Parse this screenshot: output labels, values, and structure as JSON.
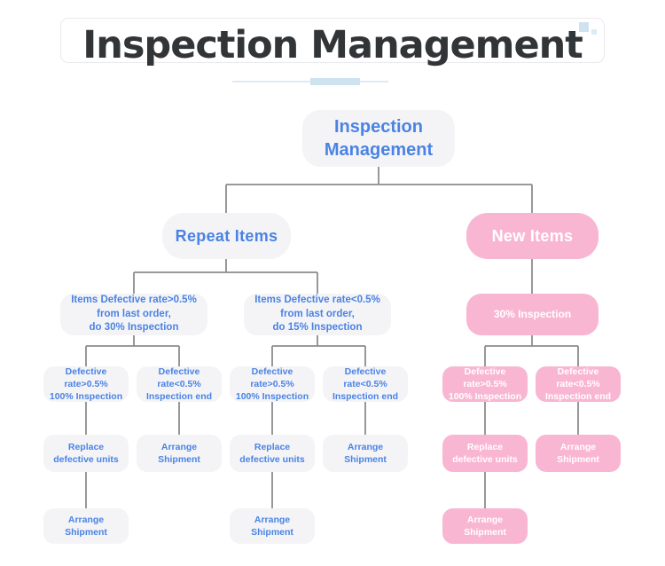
{
  "title": {
    "text": "Inspection Management"
  },
  "colors": {
    "accent_blue": "#4a83e3",
    "pink": "#f9b6d2",
    "node_gray": "#f4f4f7",
    "line_gray": "#8c8c8c",
    "title_dark": "#323537",
    "underline_blue": "#cfe2f0"
  },
  "labels": {
    "root": "Inspection\nManagement",
    "repeat_items": "Repeat Items",
    "new_items": "New Items",
    "repeat_high_desc": "Items Defective rate>0.5%\nfrom last order,\ndo 30% Inspection",
    "repeat_low_desc": "Items Defective rate<0.5%\nfrom last order,\ndo 15% Inspection",
    "inspection_30": "30% Inspection",
    "def_high": "Defective rate>0.5%\n100% Inspection",
    "def_low": "Defective rate<0.5%\nInspection end",
    "replace": "Replace\ndefective units",
    "arrange": "Arrange Shipment"
  }
}
